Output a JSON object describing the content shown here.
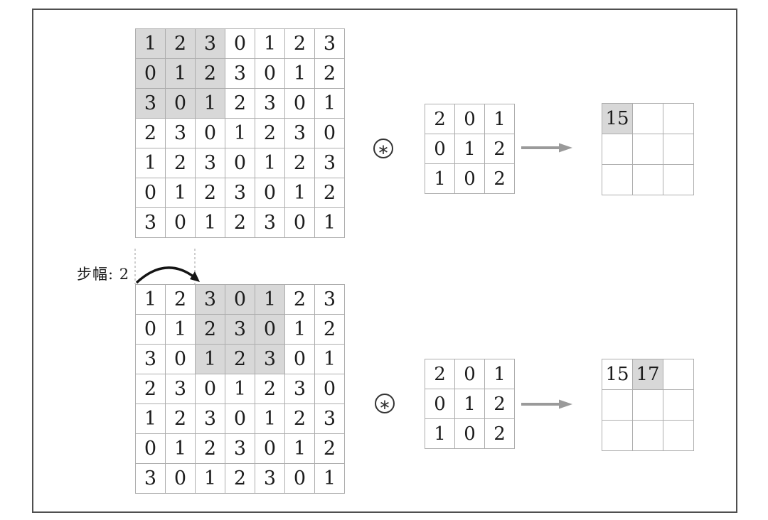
{
  "colors": {
    "frame_border": "#4f4f4f",
    "grid_line": "#adadad",
    "highlight": "#d8d8d8",
    "number": "#1c1c1c",
    "arrow_gray": "#9a9a9a",
    "arrow_black": "#141414",
    "dashed_guide": "#bdbdbd"
  },
  "stride_label": "步幅: 2",
  "operator": {
    "symbol": "∗",
    "meaning": "circled-asterisk convolution operator"
  },
  "top": {
    "input": {
      "cells": [
        [
          "1",
          "2",
          "3",
          "0",
          "1",
          "2",
          "3"
        ],
        [
          "0",
          "1",
          "2",
          "3",
          "0",
          "1",
          "2"
        ],
        [
          "3",
          "0",
          "1",
          "2",
          "3",
          "0",
          "1"
        ],
        [
          "2",
          "3",
          "0",
          "1",
          "2",
          "3",
          "0"
        ],
        [
          "1",
          "2",
          "3",
          "0",
          "1",
          "2",
          "3"
        ],
        [
          "0",
          "1",
          "2",
          "3",
          "0",
          "1",
          "2"
        ],
        [
          "3",
          "0",
          "1",
          "2",
          "3",
          "0",
          "1"
        ]
      ],
      "highlights": [
        [
          0,
          0
        ],
        [
          0,
          1
        ],
        [
          0,
          2
        ],
        [
          1,
          0
        ],
        [
          1,
          1
        ],
        [
          1,
          2
        ],
        [
          2,
          0
        ],
        [
          2,
          1
        ],
        [
          2,
          2
        ]
      ]
    },
    "kernel": {
      "cells": [
        [
          "2",
          "0",
          "1"
        ],
        [
          "0",
          "1",
          "2"
        ],
        [
          "1",
          "0",
          "2"
        ]
      ],
      "highlights": []
    },
    "output": {
      "cells": [
        [
          "15",
          "",
          ""
        ],
        [
          "",
          "",
          ""
        ],
        [
          "",
          "",
          ""
        ]
      ],
      "highlights": [
        [
          0,
          0
        ]
      ]
    }
  },
  "bottom": {
    "input": {
      "cells": [
        [
          "1",
          "2",
          "3",
          "0",
          "1",
          "2",
          "3"
        ],
        [
          "0",
          "1",
          "2",
          "3",
          "0",
          "1",
          "2"
        ],
        [
          "3",
          "0",
          "1",
          "2",
          "3",
          "0",
          "1"
        ],
        [
          "2",
          "3",
          "0",
          "1",
          "2",
          "3",
          "0"
        ],
        [
          "1",
          "2",
          "3",
          "0",
          "1",
          "2",
          "3"
        ],
        [
          "0",
          "1",
          "2",
          "3",
          "0",
          "1",
          "2"
        ],
        [
          "3",
          "0",
          "1",
          "2",
          "3",
          "0",
          "1"
        ]
      ],
      "highlights": [
        [
          0,
          2
        ],
        [
          0,
          3
        ],
        [
          0,
          4
        ],
        [
          1,
          2
        ],
        [
          1,
          3
        ],
        [
          1,
          4
        ],
        [
          2,
          2
        ],
        [
          2,
          3
        ],
        [
          2,
          4
        ]
      ]
    },
    "kernel": {
      "cells": [
        [
          "2",
          "0",
          "1"
        ],
        [
          "0",
          "1",
          "2"
        ],
        [
          "1",
          "0",
          "2"
        ]
      ],
      "highlights": []
    },
    "output": {
      "cells": [
        [
          "15",
          "17",
          ""
        ],
        [
          "",
          "",
          ""
        ],
        [
          "",
          "",
          ""
        ]
      ],
      "highlights": [
        [
          0,
          1
        ]
      ]
    }
  }
}
